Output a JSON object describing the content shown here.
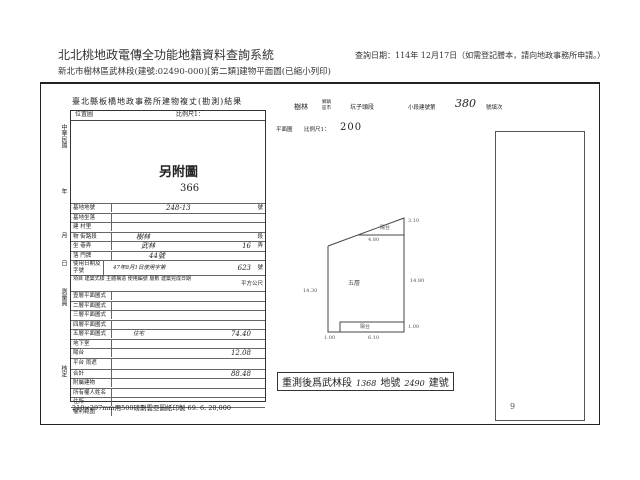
{
  "header": {
    "system_title": "北北桃地政電傳全功能地籍資料查詢系統",
    "subtitle": "新北市樹林區武林段(建號:02490-000)[第二類]建物平面圖(已縮小列印)",
    "query_date": "查詢日期：114年 12月17日（如需登記謄本，請向地政事務所申請。）"
  },
  "form": {
    "title": "臺北縣板橋地政事務所建物複丈(勘測)結果",
    "location_map_label": "位置圖",
    "scale_label": "比例尺1：",
    "attached_main": "另附圖",
    "attached_number": "366",
    "side_labels": [
      "中華民國",
      "年",
      "月",
      "日",
      "測量員",
      "核定"
    ],
    "rows": [
      {
        "label": "基地地號",
        "value": "248-13",
        "unit": "號"
      },
      {
        "label": "基地坐落",
        "value": "",
        "unit": ""
      },
      {
        "label": "建 村里",
        "value": "",
        "unit": ""
      },
      {
        "label": "物 街路段",
        "value": "樹林",
        "value2": "",
        "unit": "段"
      },
      {
        "label": "坐 巷弄",
        "value": "武林",
        "value2": "16",
        "unit": "弄"
      },
      {
        "label": "落 門牌",
        "value": "44號",
        "unit": ""
      },
      {
        "label": "使用日期及字號",
        "value": "47年8月1日使用字第",
        "value2": "623",
        "unit": "號"
      },
      {
        "label": "項目 建築式樣 主體構造 使用編號 層數 建築完成日期",
        "value": "",
        "unit": "平方公尺"
      },
      {
        "label": "壹層平面圖式",
        "value": "",
        "unit": ""
      },
      {
        "label": "二層平面圖式",
        "value": "",
        "unit": ""
      },
      {
        "label": "三層平面圖式",
        "value": "",
        "unit": ""
      },
      {
        "label": "四層平面圖式",
        "value": "",
        "unit": ""
      },
      {
        "label": "五層平面圖式",
        "value": "住宅",
        "value2": "74.40",
        "unit": ""
      },
      {
        "label": "地下室",
        "value": "",
        "unit": ""
      },
      {
        "label": "陽台",
        "value": "",
        "value2": "12.08",
        "unit": ""
      },
      {
        "label": "平台 雨遮",
        "value": "",
        "unit": ""
      },
      {
        "label": "合計",
        "value": "",
        "value2": "88.48",
        "unit": ""
      },
      {
        "label": "附屬建物",
        "value": "",
        "unit": ""
      },
      {
        "label": "所有權人姓名",
        "value": "",
        "unit": ""
      },
      {
        "label": "住所",
        "value": "",
        "unit": ""
      },
      {
        "label": "權利範圍",
        "value": "",
        "unit": ""
      }
    ],
    "footer": "210×297mm用500磅劃雲亞圖紙印製 69. 6. 20,000"
  },
  "plan": {
    "district": "樹林",
    "district_type": "鄉鎮區市",
    "section": "坑子頭段",
    "building_no_label": "小段建號第",
    "building_no": "380",
    "suffix": "號填次",
    "plan_label": "平面圖",
    "scale_label": "比例尺1：",
    "scale_value": "200",
    "room_main": "五層",
    "room_top": "陽台",
    "room_bottom": "陽台",
    "dims": [
      "3.10",
      "4.80",
      "14.80",
      "14.30",
      "1.00",
      "6.10",
      "1.00"
    ]
  },
  "stamp": {
    "prefix": "重測後爲武林段",
    "land_no": "1368",
    "land_label": "地號",
    "building_no": "2490",
    "building_label": "建號"
  },
  "right_mark": "9"
}
